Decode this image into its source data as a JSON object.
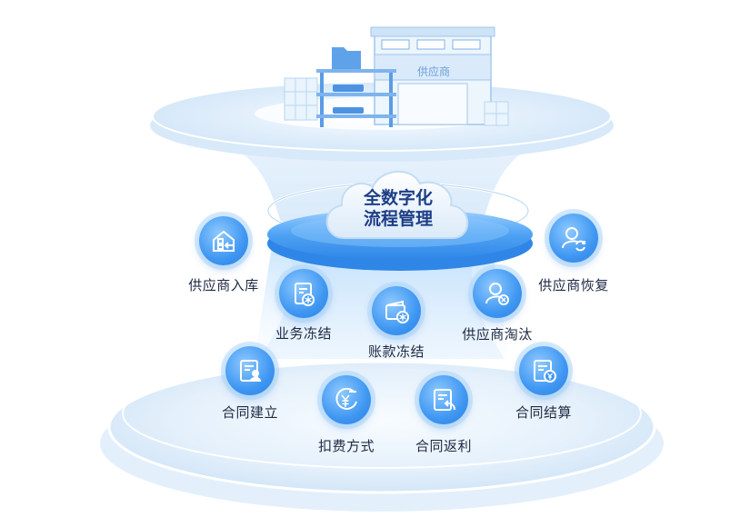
{
  "center": {
    "line1": "全数字化",
    "line2": "流程管理"
  },
  "building_sign": "供应商",
  "nodes": [
    {
      "id": "supplier-inbound",
      "label": "供应商入库",
      "icon": "supplier-inbound-icon"
    },
    {
      "id": "business-freeze",
      "label": "业务冻结",
      "icon": "business-freeze-icon"
    },
    {
      "id": "account-freeze",
      "label": "账款冻结",
      "icon": "account-freeze-icon"
    },
    {
      "id": "supplier-eliminate",
      "label": "供应商淘汰",
      "icon": "supplier-eliminate-icon"
    },
    {
      "id": "supplier-restore",
      "label": "供应商恢复",
      "icon": "supplier-restore-icon"
    },
    {
      "id": "contract-create",
      "label": "合同建立",
      "icon": "contract-create-icon"
    },
    {
      "id": "fee-deduction",
      "label": "扣费方式",
      "icon": "fee-deduction-icon"
    },
    {
      "id": "contract-rebate",
      "label": "合同返利",
      "icon": "contract-rebate-icon"
    },
    {
      "id": "contract-settle",
      "label": "合同结算",
      "icon": "contract-settle-icon"
    }
  ],
  "colors": {
    "accent": "#3f97f2",
    "text": "#1f2a44",
    "title": "#1d3e86"
  }
}
